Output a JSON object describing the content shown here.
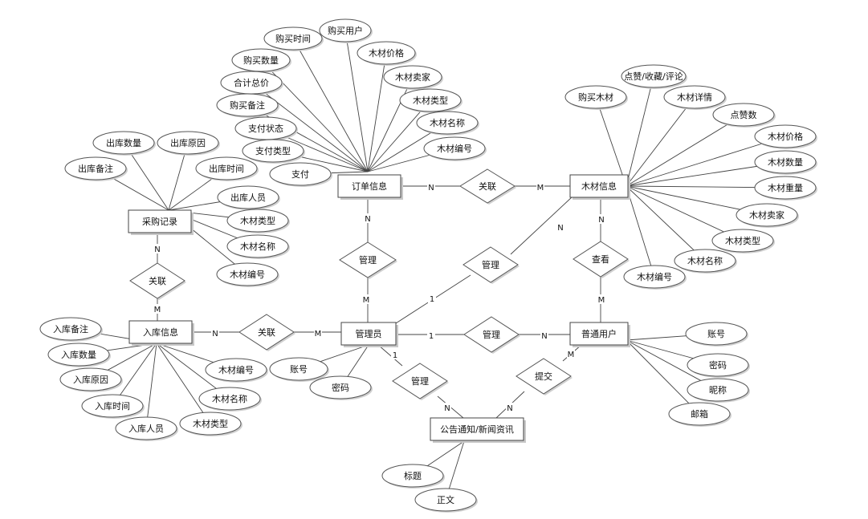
{
  "entities": {
    "order": "订单信息",
    "wood": "木材信息",
    "purchase": "采购记录",
    "stockin": "入库信息",
    "admin": "管理员",
    "user": "普通用户",
    "notice": "公告通知/新闻资讯"
  },
  "relationships": {
    "order_wood": "关联",
    "order_admin": "管理",
    "admin_wood": "管理",
    "user_wood": "查看",
    "purchase_stockin": "关联",
    "stockin_admin": "关联",
    "admin_user": "管理",
    "admin_notice": "管理",
    "user_notice": "提交"
  },
  "attributes": {
    "order": [
      "购买用户",
      "购买时间",
      "购买数量",
      "合计总价",
      "购买备注",
      "支付状态",
      "支付类型",
      "支付",
      "木材价格",
      "木材卖家",
      "木材类型",
      "木材名称",
      "木材编号"
    ],
    "wood": [
      "购买木材",
      "点赞/收藏/评论",
      "木材详情",
      "点赞数",
      "木材价格",
      "木材数量",
      "木材重量",
      "木材卖家",
      "木材类型",
      "木材名称",
      "木材编号"
    ],
    "purchase": [
      "出库数量",
      "出库原因",
      "出库备注",
      "出库时间",
      "出库人员",
      "木材类型",
      "木材名称",
      "木材编号"
    ],
    "stockin": [
      "入库备注",
      "入库数量",
      "入库原因",
      "入库时间",
      "入库人员",
      "木材编号",
      "木材名称",
      "木材类型"
    ],
    "admin": [
      "账号",
      "密码"
    ],
    "user": [
      "账号",
      "密码",
      "昵称",
      "邮箱"
    ],
    "notice": [
      "标题",
      "正文"
    ]
  },
  "cardinalities": {
    "order_rel_order": "N",
    "order_rel_wood": "M",
    "order_admin_order": "N",
    "order_admin_admin": "M",
    "admin_wood_admin": "1",
    "admin_wood_wood": "N",
    "user_wood_wood": "N",
    "user_wood_user": "M",
    "purchase_stockin_purchase": "N",
    "purchase_stockin_stockin": "M",
    "stockin_admin_stockin": "N",
    "stockin_admin_admin": "M",
    "admin_user_admin": "1",
    "admin_user_user": "N",
    "admin_notice_admin": "1",
    "admin_notice_notice": "N",
    "user_notice_user": "M",
    "user_notice_notice": "N"
  }
}
